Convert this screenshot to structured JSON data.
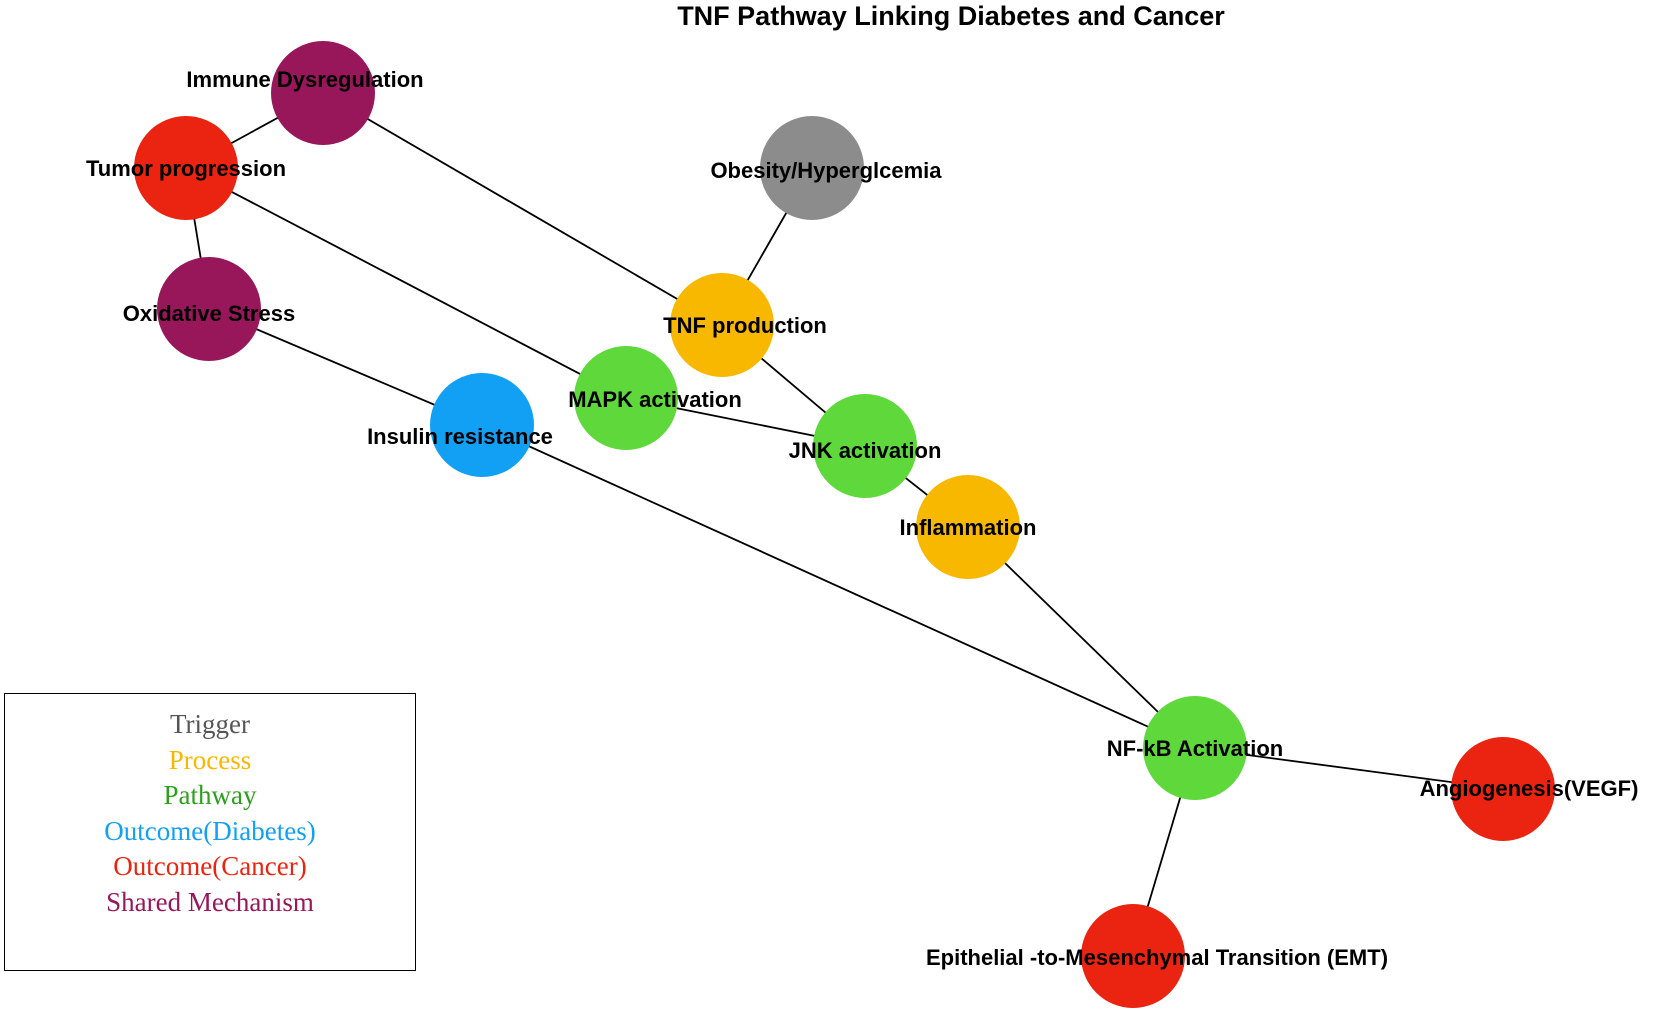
{
  "title": "TNF Pathway Linking Diabetes and Cancer",
  "colors": {
    "trigger": "#8c8c8c",
    "process": "#f8b800",
    "pathway": "#5fd83c",
    "outcome_diabetes": "#12a0f5",
    "outcome_cancer": "#ea2410",
    "shared": "#98175a"
  },
  "legend": [
    {
      "label": "Trigger",
      "category": "trigger",
      "text_color": "#555555"
    },
    {
      "label": "Process",
      "category": "process",
      "text_color": "#f8b800"
    },
    {
      "label": "Pathway",
      "category": "pathway",
      "text_color": "#2ca01c"
    },
    {
      "label": "Outcome(Diabetes)",
      "category": "outcome_diabetes",
      "text_color": "#12a0f5"
    },
    {
      "label": "Outcome(Cancer)",
      "category": "outcome_cancer",
      "text_color": "#ea2410"
    },
    {
      "label": "Shared Mechanism",
      "category": "shared",
      "text_color": "#98175a"
    }
  ],
  "nodes": [
    {
      "id": "immune",
      "label": "Immune Dysregulation",
      "category": "shared"
    },
    {
      "id": "tumor",
      "label": "Tumor progression",
      "category": "outcome_cancer"
    },
    {
      "id": "obesity",
      "label": "Obesity/Hyperglcemia",
      "category": "trigger"
    },
    {
      "id": "oxidative",
      "label": "Oxidative Stress",
      "category": "shared"
    },
    {
      "id": "tnf",
      "label": "TNF production",
      "category": "process"
    },
    {
      "id": "mapk",
      "label": "MAPK activation",
      "category": "pathway"
    },
    {
      "id": "insulin",
      "label": "Insulin resistance",
      "category": "outcome_diabetes"
    },
    {
      "id": "jnk",
      "label": "JNK activation",
      "category": "pathway"
    },
    {
      "id": "inflammation",
      "label": "Inflammation",
      "category": "process"
    },
    {
      "id": "nfkb",
      "label": "NF-kB Activation",
      "category": "pathway"
    },
    {
      "id": "angio",
      "label": "Angiogenesis(VEGF)",
      "category": "outcome_cancer"
    },
    {
      "id": "emt",
      "label": "Epithelial -to-Mesenchymal Transition (EMT)",
      "category": "outcome_cancer"
    }
  ],
  "edges": [
    [
      "immune",
      "tumor"
    ],
    [
      "immune",
      "tnf"
    ],
    [
      "tumor",
      "oxidative"
    ],
    [
      "tumor",
      "mapk"
    ],
    [
      "obesity",
      "tnf"
    ],
    [
      "tnf",
      "jnk"
    ],
    [
      "oxidative",
      "insulin"
    ],
    [
      "mapk",
      "jnk"
    ],
    [
      "jnk",
      "inflammation"
    ],
    [
      "insulin",
      "nfkb"
    ],
    [
      "inflammation",
      "nfkb"
    ],
    [
      "nfkb",
      "angio"
    ],
    [
      "nfkb",
      "emt"
    ]
  ]
}
